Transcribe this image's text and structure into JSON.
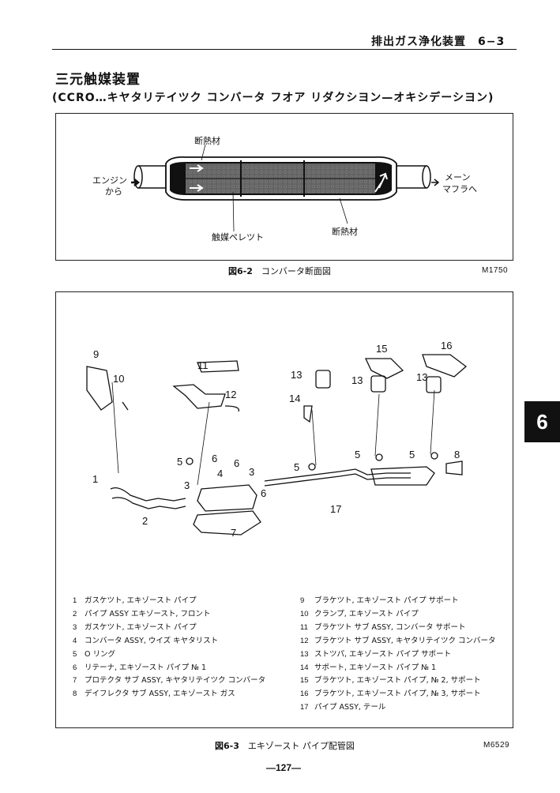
{
  "header": {
    "title": "排出ガス浄化装置　6−3"
  },
  "section": {
    "title": "三元触媒装置",
    "subtitle": "(CCRO…キヤタリテイツク コンバータ フオア リダクシヨン—オキシデーシヨン)"
  },
  "figure1": {
    "labels": {
      "insulation_top": "断熱材",
      "engine_line1": "エンジン",
      "engine_line2": "から",
      "main_line1": "メーン",
      "main_line2": "マフラへ",
      "pellet": "触媒ペレツト",
      "insulation_bottom": "断熱材"
    },
    "caption_num": "図6-2",
    "caption_text": "コンバータ断面図",
    "code": "M1750"
  },
  "figure2": {
    "callouts": [
      "9",
      "10",
      "11",
      "12",
      "13",
      "14",
      "15",
      "13",
      "16",
      "13",
      "5",
      "6",
      "6",
      "3",
      "1",
      "4",
      "3",
      "6",
      "5",
      "5",
      "5",
      "8",
      "2",
      "17",
      "7"
    ],
    "caption_num": "図6-3",
    "caption_text": "エキゾースト パイプ配管図",
    "code": "M6529"
  },
  "chapter_tab": "6",
  "parts_left": [
    {
      "n": "1",
      "t": "ガスケツト, エキゾースト パイプ"
    },
    {
      "n": "2",
      "t": "パイプ ASSY エキゾースト, フロント"
    },
    {
      "n": "3",
      "t": "ガスケツト, エキゾースト パイプ"
    },
    {
      "n": "4",
      "t": "コンバータ ASSY, ウイズ キヤタリスト"
    },
    {
      "n": "5",
      "t": "O リング"
    },
    {
      "n": "6",
      "t": "リテーナ, エキゾースト パイプ № 1"
    },
    {
      "n": "7",
      "t": "プロテクタ サブ ASSY, キヤタリテイツク コンバータ"
    },
    {
      "n": "8",
      "t": "デイフレクタ サブ ASSY, エキゾースト ガス"
    }
  ],
  "parts_right": [
    {
      "n": "9",
      "t": "ブラケツト, エキゾースト パイプ サポート"
    },
    {
      "n": "10",
      "t": "クランプ, エキゾースト パイプ"
    },
    {
      "n": "11",
      "t": "ブラケツト サブ ASSY, コンバータ サポート"
    },
    {
      "n": "12",
      "t": "ブラケツト サブ ASSY, キヤタリテイツク コンバータ"
    },
    {
      "n": "13",
      "t": "ストツパ, エキゾースト パイプ サポート"
    },
    {
      "n": "14",
      "t": "サポート, エキゾースト パイプ № 1"
    },
    {
      "n": "15",
      "t": "ブラケツト, エキゾースト パイプ, № 2, サポート"
    },
    {
      "n": "16",
      "t": "ブラケツト, エキゾースト パイプ, № 3, サポート"
    },
    {
      "n": "17",
      "t": "パイプ ASSY, テール"
    }
  ],
  "page_number": "—127—"
}
